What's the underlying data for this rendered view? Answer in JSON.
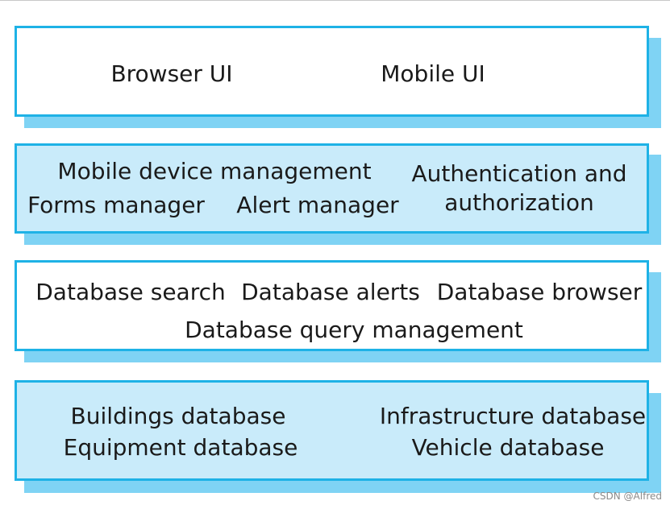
{
  "layers": [
    {
      "name": "ui-layer",
      "labels": [
        "Browser UI",
        "Mobile UI"
      ]
    },
    {
      "name": "services-layer",
      "labels": [
        "Mobile device management",
        "Forms manager",
        "Alert manager",
        "Authentication and",
        "authorization"
      ]
    },
    {
      "name": "database-services-layer",
      "labels": [
        "Database search",
        "Database alerts",
        "Database browser",
        "Database query management"
      ]
    },
    {
      "name": "data-layer",
      "labels": [
        "Buildings database",
        "Equipment database",
        "Infrastructure database",
        "Vehicle database"
      ]
    }
  ],
  "colors": {
    "border": "#1eb2e6",
    "shadow": "#7fd3f4",
    "fill_light": "#c9ebfa",
    "fill_white": "#ffffff"
  },
  "watermark": "CSDN @Alfred"
}
